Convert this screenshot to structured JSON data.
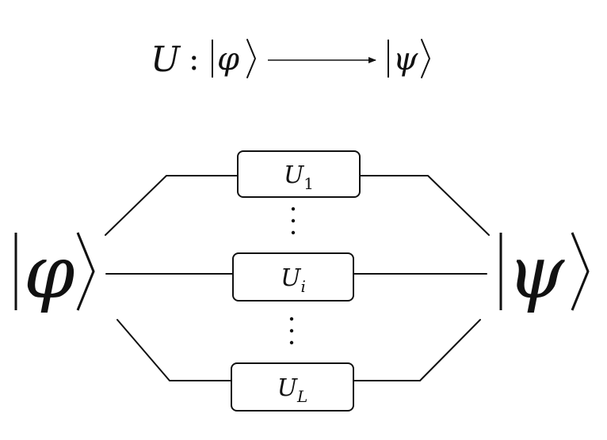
{
  "top_equation": {
    "operator": "U",
    "colon": ":",
    "input_ket": "φ",
    "output_ket": "ψ"
  },
  "circuit": {
    "input_state": "φ",
    "output_state": "ψ",
    "gates": [
      {
        "base": "U",
        "sub": "1"
      },
      {
        "base": "U",
        "sub": "i"
      },
      {
        "base": "U",
        "sub": "L"
      }
    ],
    "ellipsis": "⋮"
  }
}
